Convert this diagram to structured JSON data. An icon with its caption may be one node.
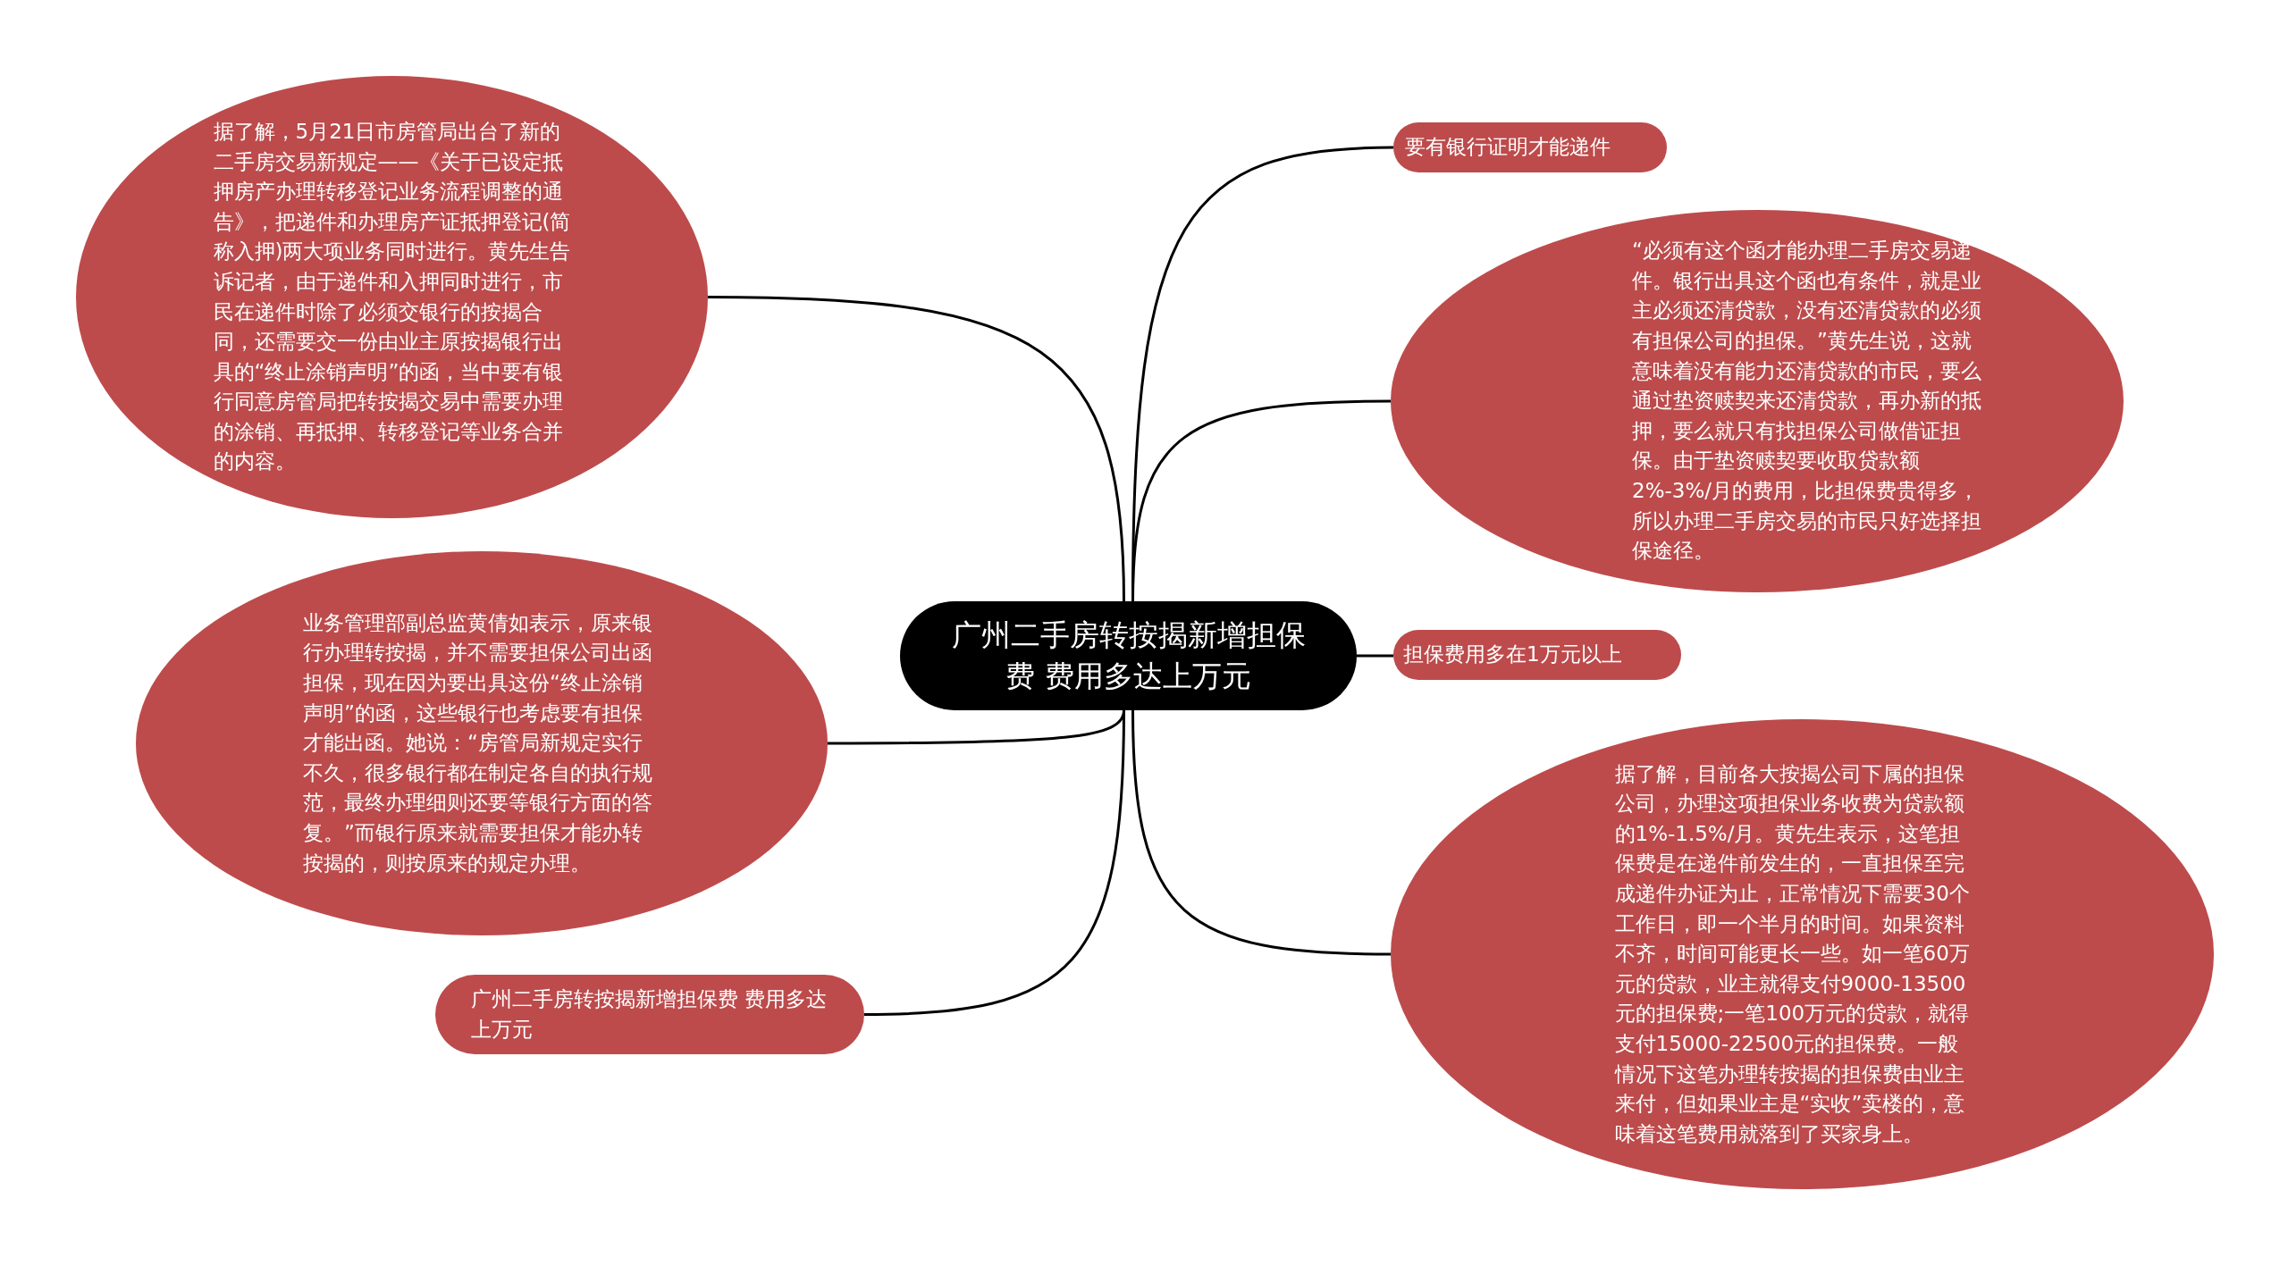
{
  "diagram": {
    "nodes": [
      {
        "text": [
          "广州二手房转按揭新增担保费 费用多达上万元"
        ]
      },
      {
        "text": [
          "据了解，5月21日市房管局出台了新的二手房交易新规定——《关于已设定抵押房产办理转移登记业务流程调整的通告》，把递件和办理房产证抵押登记(简称入押)两大项业务同时进行。黄先生告诉记者，由于递件和入押同时进行，市民在递件时除了必须交银行的按揭合同，还需要交一份由业主原按揭银行出具的“终止涂销声明”的函，当中要有银行同意房管局把转按揭交易中需要办理的涂销、再抵押、转移登记等业务合并的内容。"
        ]
      },
      {
        "text": [
          "业务管理部副总监黄倩如表示，原来银行办理转按揭，并不需要担保公司出函担保，现在因为要出具这份“终止涂销声明”的函，这些银行也考虑要有担保才能出函。她说：“房管局新规定实行不久，很多银行都在制定各自的执行规范，最终办理细则还要等银行方面的答复。”而银行原来就需要担保才能办转按揭的，则按原来的规定办理。"
        ]
      },
      {
        "text": [
          "广州二手房转按揭新增担保费 费用多达上万元"
        ]
      },
      {
        "text": [
          "要有银行证明才能递件"
        ]
      },
      {
        "text": [
          "“必须有这个函才能办理二手房交易递件。银行出具这个函也有条件，就是业主必须还清贷款，没有还清贷款的必须有担保公司的担保。”黄先生说，这就意味着没有能力还清贷款的市民，要么通过垫资赎契来还清贷款，再办新的抵押，要么就只有找担保公司做借证担保。由于垫资赎契要收取贷款额2%-3%/月的费用，比担保费贵得多，所以办理二手房交易的市民只好选择担保途径。"
        ]
      },
      {
        "text": [
          "担保费用多在1万元以上"
        ]
      },
      {
        "text": [
          "据了解，目前各大按揭公司下属的担保公司，办理这项担保业务收费为贷款额的1%-1.5%/月。黄先生表示，这笔担保费是在递件前发生的，一直担保至完成递件办证为止，正常情况下需要30个工作日，即一个半月的时间。如果资料不齐，时间可能更长一些。如一笔60万元的贷款，业主就得支付9000-13500元的担保费;一笔100万元的贷款，就得支付15000-22500元的担保费。一般情况下这笔办理转按揭的担保费由业主来付，但如果业主是“实收”卖楼的，意味着这笔费用就落到了买家身上。"
        ]
      }
    ],
    "edges": [
      {
        "from": 0,
        "to": 1,
        "arrow": "none"
      },
      {
        "from": 0,
        "to": 2,
        "arrow": "none"
      },
      {
        "from": 0,
        "to": 3,
        "arrow": "none"
      },
      {
        "from": 0,
        "to": 4,
        "arrow": "none"
      },
      {
        "from": 0,
        "to": 5,
        "arrow": "none"
      },
      {
        "from": 0,
        "to": 6,
        "arrow": "none"
      },
      {
        "from": 0,
        "to": 7,
        "arrow": "none"
      }
    ]
  }
}
